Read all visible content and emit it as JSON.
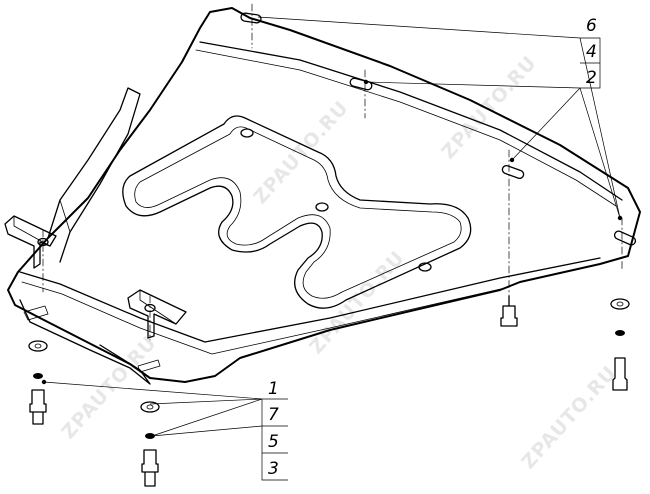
{
  "callouts_top": [
    "6",
    "4",
    "2"
  ],
  "callouts_bottom": [
    "1",
    "7",
    "5",
    "3"
  ],
  "watermarks": [
    "ZPAUTO.RU",
    "ZPAUTO.RU",
    "ZPAUTO.RU",
    "ZPAUTO.RU",
    "ZPAUTO.RU"
  ]
}
